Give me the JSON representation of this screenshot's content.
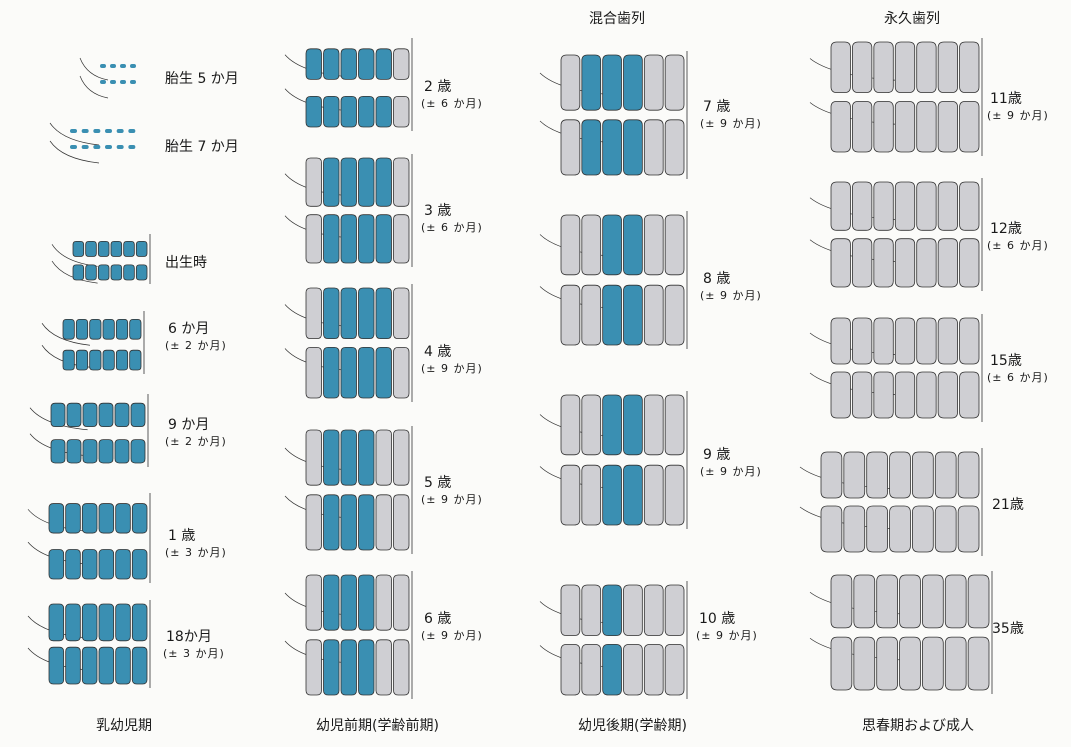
{
  "colors": {
    "primary_tooth": "#3a8fb2",
    "permanent_tooth": "#cfcfd3",
    "outline": "#333333"
  },
  "headers": {
    "mixed": "混合歯列",
    "permanent": "永久歯列"
  },
  "footers": {
    "col1": "乳幼児期",
    "col2": "幼児前期(学齢前期)",
    "col3": "幼児後期(学齢期)",
    "col4": "思春期および成人"
  },
  "stages": [
    {
      "age": "胎生 5 か月",
      "range": ""
    },
    {
      "age": "胎生 7 か月",
      "range": ""
    },
    {
      "age": "出生時",
      "range": ""
    },
    {
      "age": "6 か月",
      "range": "(± 2 か月)"
    },
    {
      "age": "9 か月",
      "range": "(± 2 か月)"
    },
    {
      "age": "1 歳",
      "range": "(± 3 か月)"
    },
    {
      "age": "18か月",
      "range": "(± 3 か月)"
    },
    {
      "age": "2 歳",
      "range": "(± 6 か月)"
    },
    {
      "age": "3 歳",
      "range": "(± 6 か月)"
    },
    {
      "age": "4 歳",
      "range": "(± 9 か月)"
    },
    {
      "age": "5 歳",
      "range": "(± 9 か月)"
    },
    {
      "age": "6 歳",
      "range": "(± 9 か月)"
    },
    {
      "age": "7 歳",
      "range": "(± 9 か月)"
    },
    {
      "age": "8 歳",
      "range": "(± 9 か月)"
    },
    {
      "age": "9 歳",
      "range": "(± 9 か月)"
    },
    {
      "age": "10 歳",
      "range": "(± 9 か月)"
    },
    {
      "age": "11歳",
      "range": "(± 9 か月)"
    },
    {
      "age": "12歳",
      "range": "(± 6 か月)"
    },
    {
      "age": "15歳",
      "range": "(± 6 か月)"
    },
    {
      "age": "21歳",
      "range": ""
    },
    {
      "age": "35歳",
      "range": ""
    }
  ]
}
